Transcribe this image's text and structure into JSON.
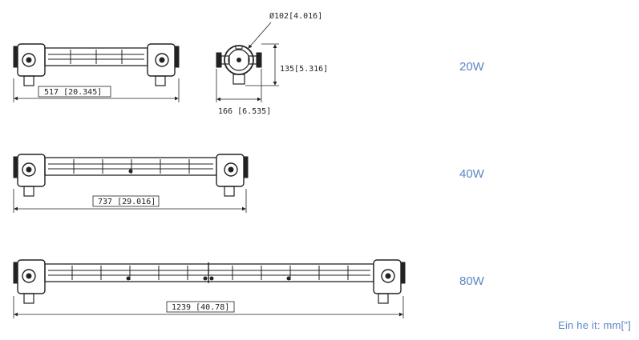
{
  "variants": [
    {
      "id": "20w",
      "wattage": "20W",
      "length_label": "517 [20.345]"
    },
    {
      "id": "40w",
      "wattage": "40W",
      "length_label": "737 [29.016]"
    },
    {
      "id": "80w",
      "wattage": "80W",
      "length_label": "1239 [40.78]"
    }
  ],
  "end_view": {
    "diameter_label": "Ø102[4.016]",
    "height_label": "135[5.316]",
    "width_label": "166 [6.535]"
  },
  "unit_label": "Ein he it:  mm[\"]",
  "colors": {
    "accent": "#5b86c4",
    "line": "#222222"
  }
}
